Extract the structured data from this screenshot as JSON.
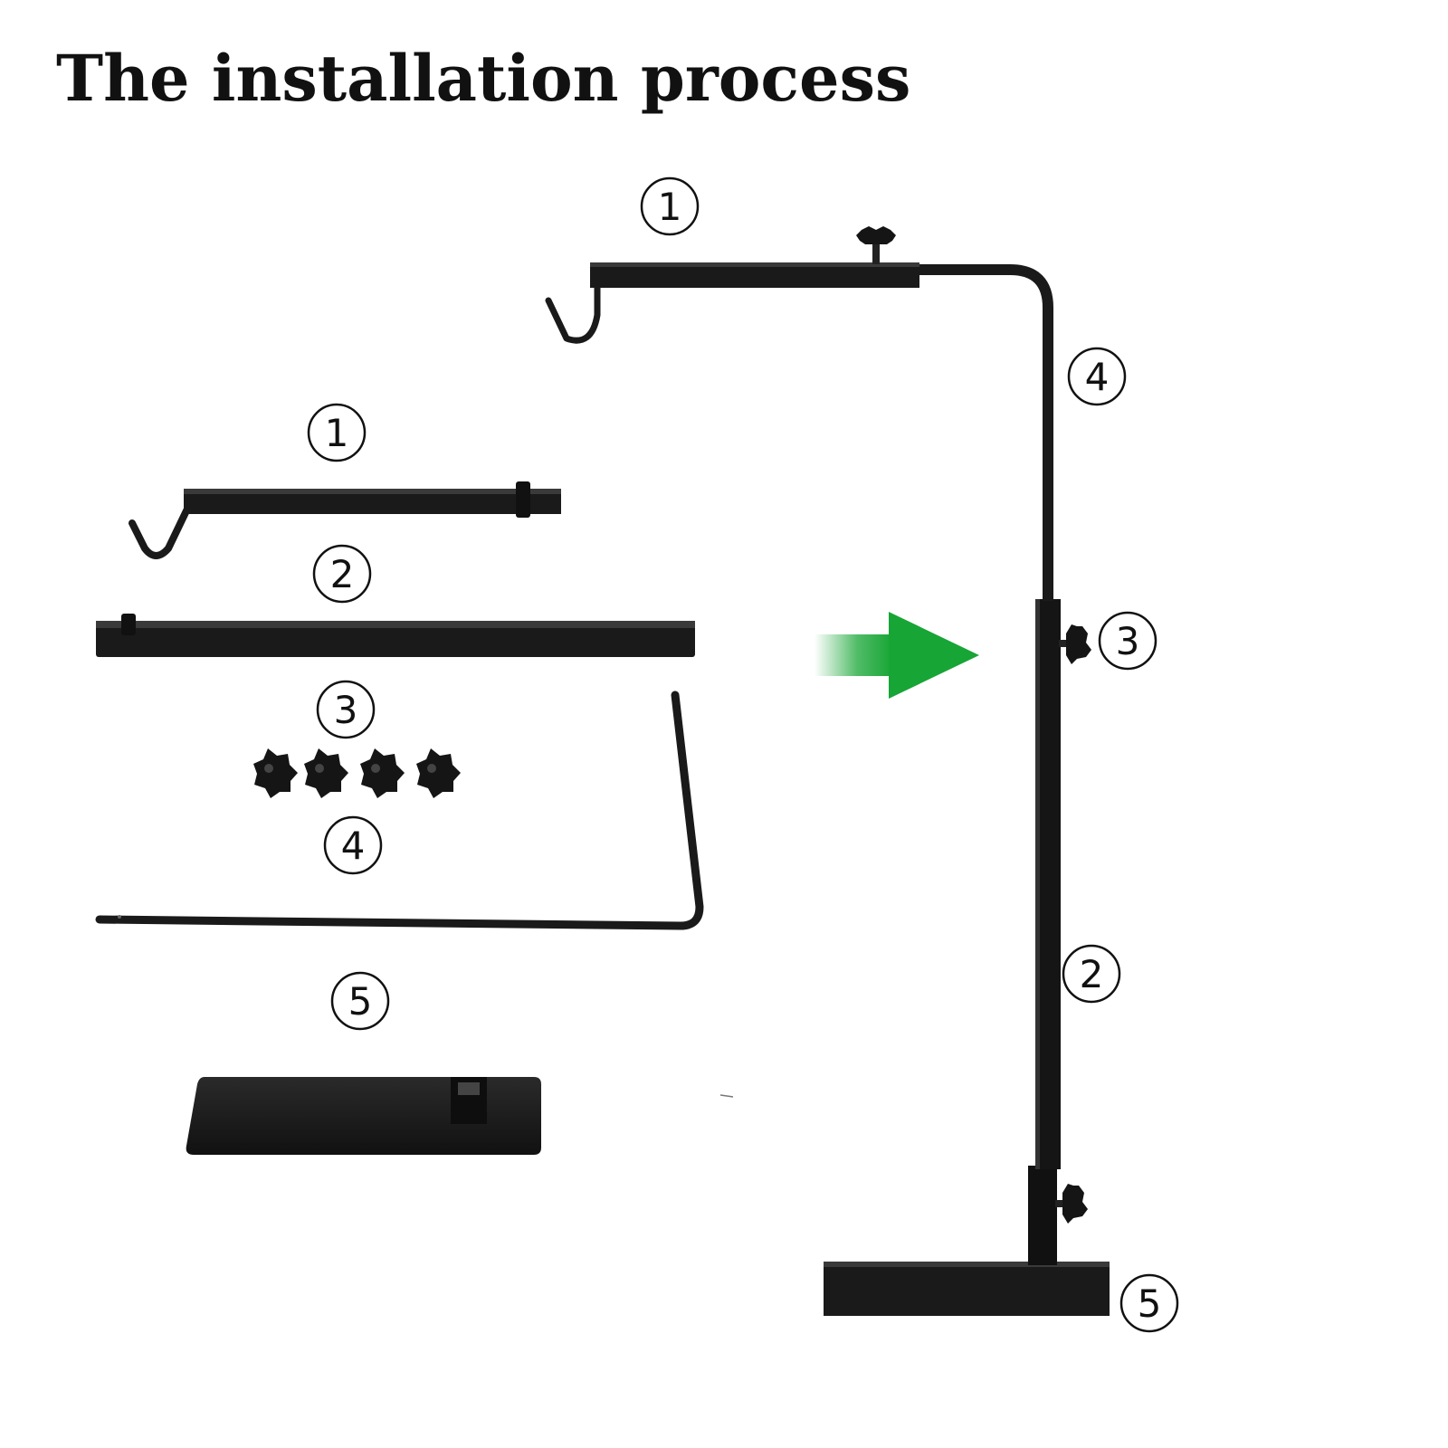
{
  "title": "The installation process",
  "colors": {
    "steel": "#1a1a1a",
    "arrow_green": "#17a535",
    "label_stroke": "#111111"
  },
  "parts": {
    "hook_arm": {
      "number": "1"
    },
    "upright_tube": {
      "number": "2"
    },
    "knobs": {
      "number": "3"
    },
    "l_rod": {
      "number": "4"
    },
    "base_plate": {
      "number": "5"
    }
  },
  "assembled": {
    "hook_arm": {
      "number": "1"
    },
    "l_rod": {
      "number": "4"
    },
    "knob": {
      "number": "3"
    },
    "upright_tube": {
      "number": "2"
    },
    "base_plate": {
      "number": "5"
    }
  },
  "arrow": {
    "icon": "arrow-right-icon"
  }
}
